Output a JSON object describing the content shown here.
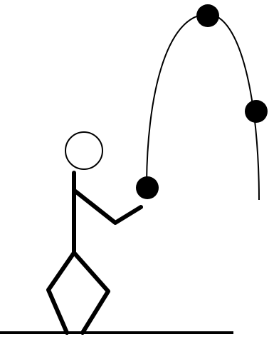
{
  "scene": {
    "colors": {
      "background": "#ffffff",
      "ink": "#000000"
    },
    "figure": "stick-figure",
    "throw": {
      "ball_count": 3,
      "path_shape": "arc"
    }
  }
}
